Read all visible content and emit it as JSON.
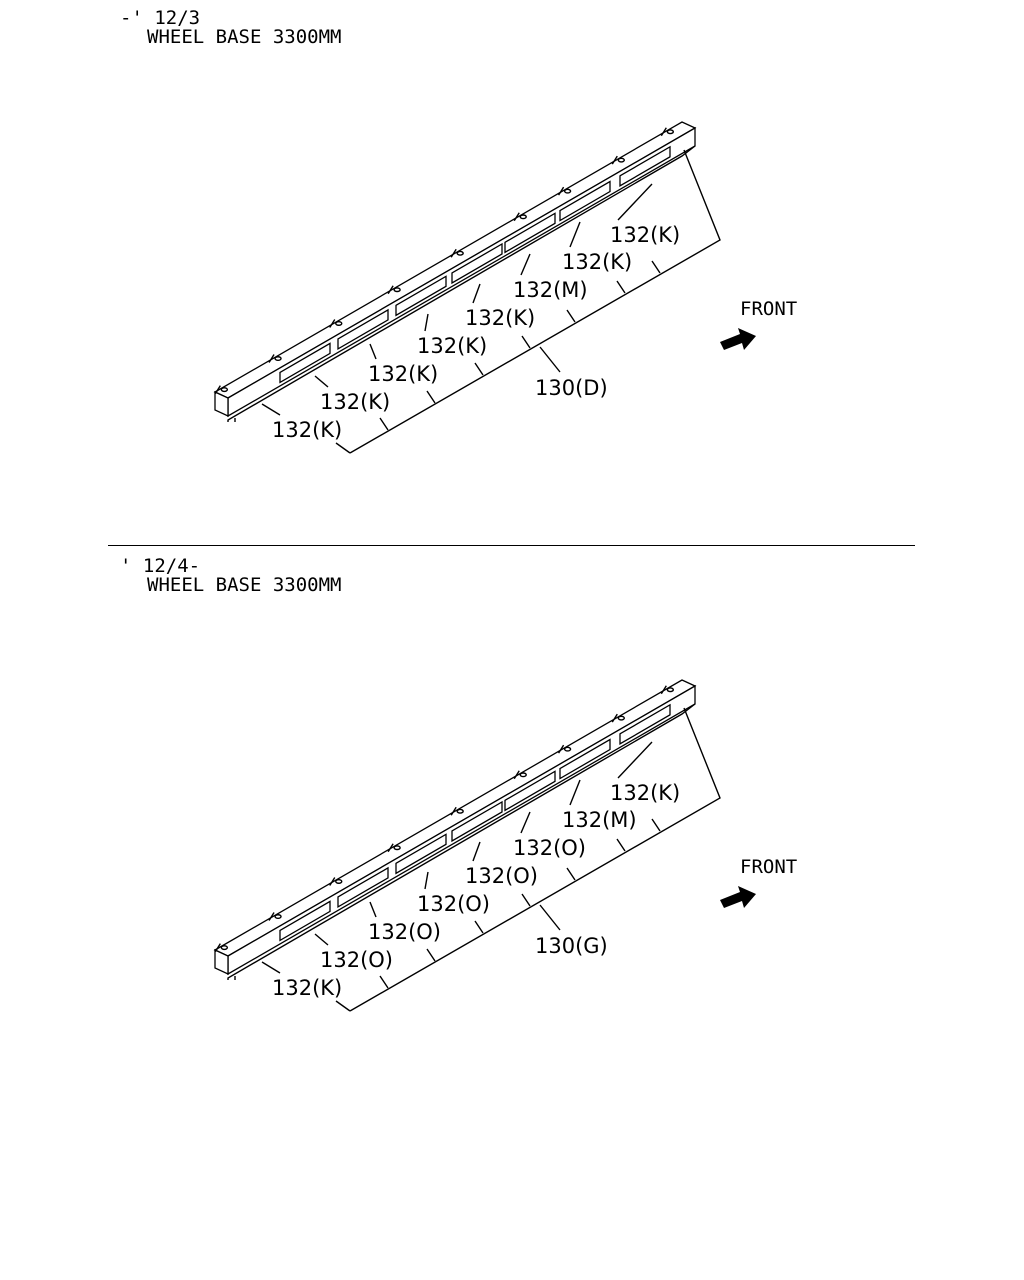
{
  "sections": [
    {
      "range": "-' 12/3",
      "wheel_base": "WHEEL BASE 3300MM",
      "front_label": "FRONT",
      "crossmember_label": "130(D)",
      "bracket_labels": [
        "132(K)",
        "132(K)",
        "132(K)",
        "132(K)",
        "132(K)",
        "132(M)",
        "132(K)",
        "132(K)"
      ]
    },
    {
      "range": "' 12/4-",
      "wheel_base": "WHEEL BASE 3300MM",
      "front_label": "FRONT",
      "crossmember_label": "130(G)",
      "bracket_labels": [
        "132(K)",
        "132(O)",
        "132(O)",
        "132(O)",
        "132(O)",
        "132(O)",
        "132(M)",
        "132(K)"
      ]
    }
  ],
  "icons": {
    "front_arrow": "arrow-right-icon"
  }
}
